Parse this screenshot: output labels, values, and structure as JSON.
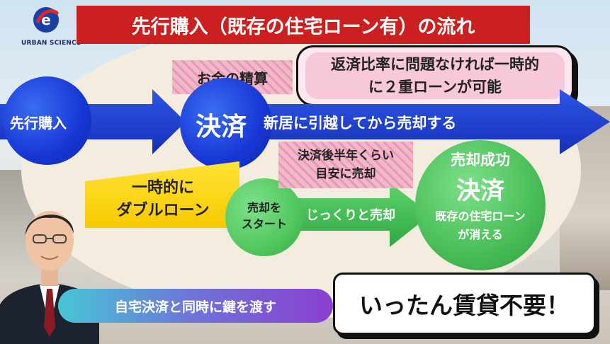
{
  "logo": {
    "name": "URBAN SCIENCE"
  },
  "title": "先行購入（既存の住宅ローン有）の流れ",
  "money_label": "お金の精算",
  "bubble": {
    "line1": "返済比率に問題なければ一時的",
    "line2": "に２重ローンが可能"
  },
  "flow": {
    "start_label": "先行購入",
    "settlement_label": "決済",
    "move_label": "新居に引越してから売却する"
  },
  "double_loan": {
    "line1": "一時的に",
    "line2": "ダブルローン"
  },
  "sale_start": {
    "line1": "売却を",
    "line2": "スタート"
  },
  "slow_sale": "じっくりと売却",
  "after_settlement": {
    "line1": "決済後半年くらい",
    "line2": "目安に売却"
  },
  "sale_success": {
    "line1": "売却成功",
    "line2": "決済",
    "line3": "既存の住宅ローン",
    "line4": "が消える"
  },
  "key_handover": "自宅決済と同時に鍵を渡す",
  "no_rent": "いったん賃貸不要！",
  "colors": {
    "title_red": "#cc1f1f",
    "arrow_blue": "#1c3fd4",
    "green": "#4cc05a",
    "yellow": "#f7c900",
    "pink": "#f2b7c9"
  }
}
